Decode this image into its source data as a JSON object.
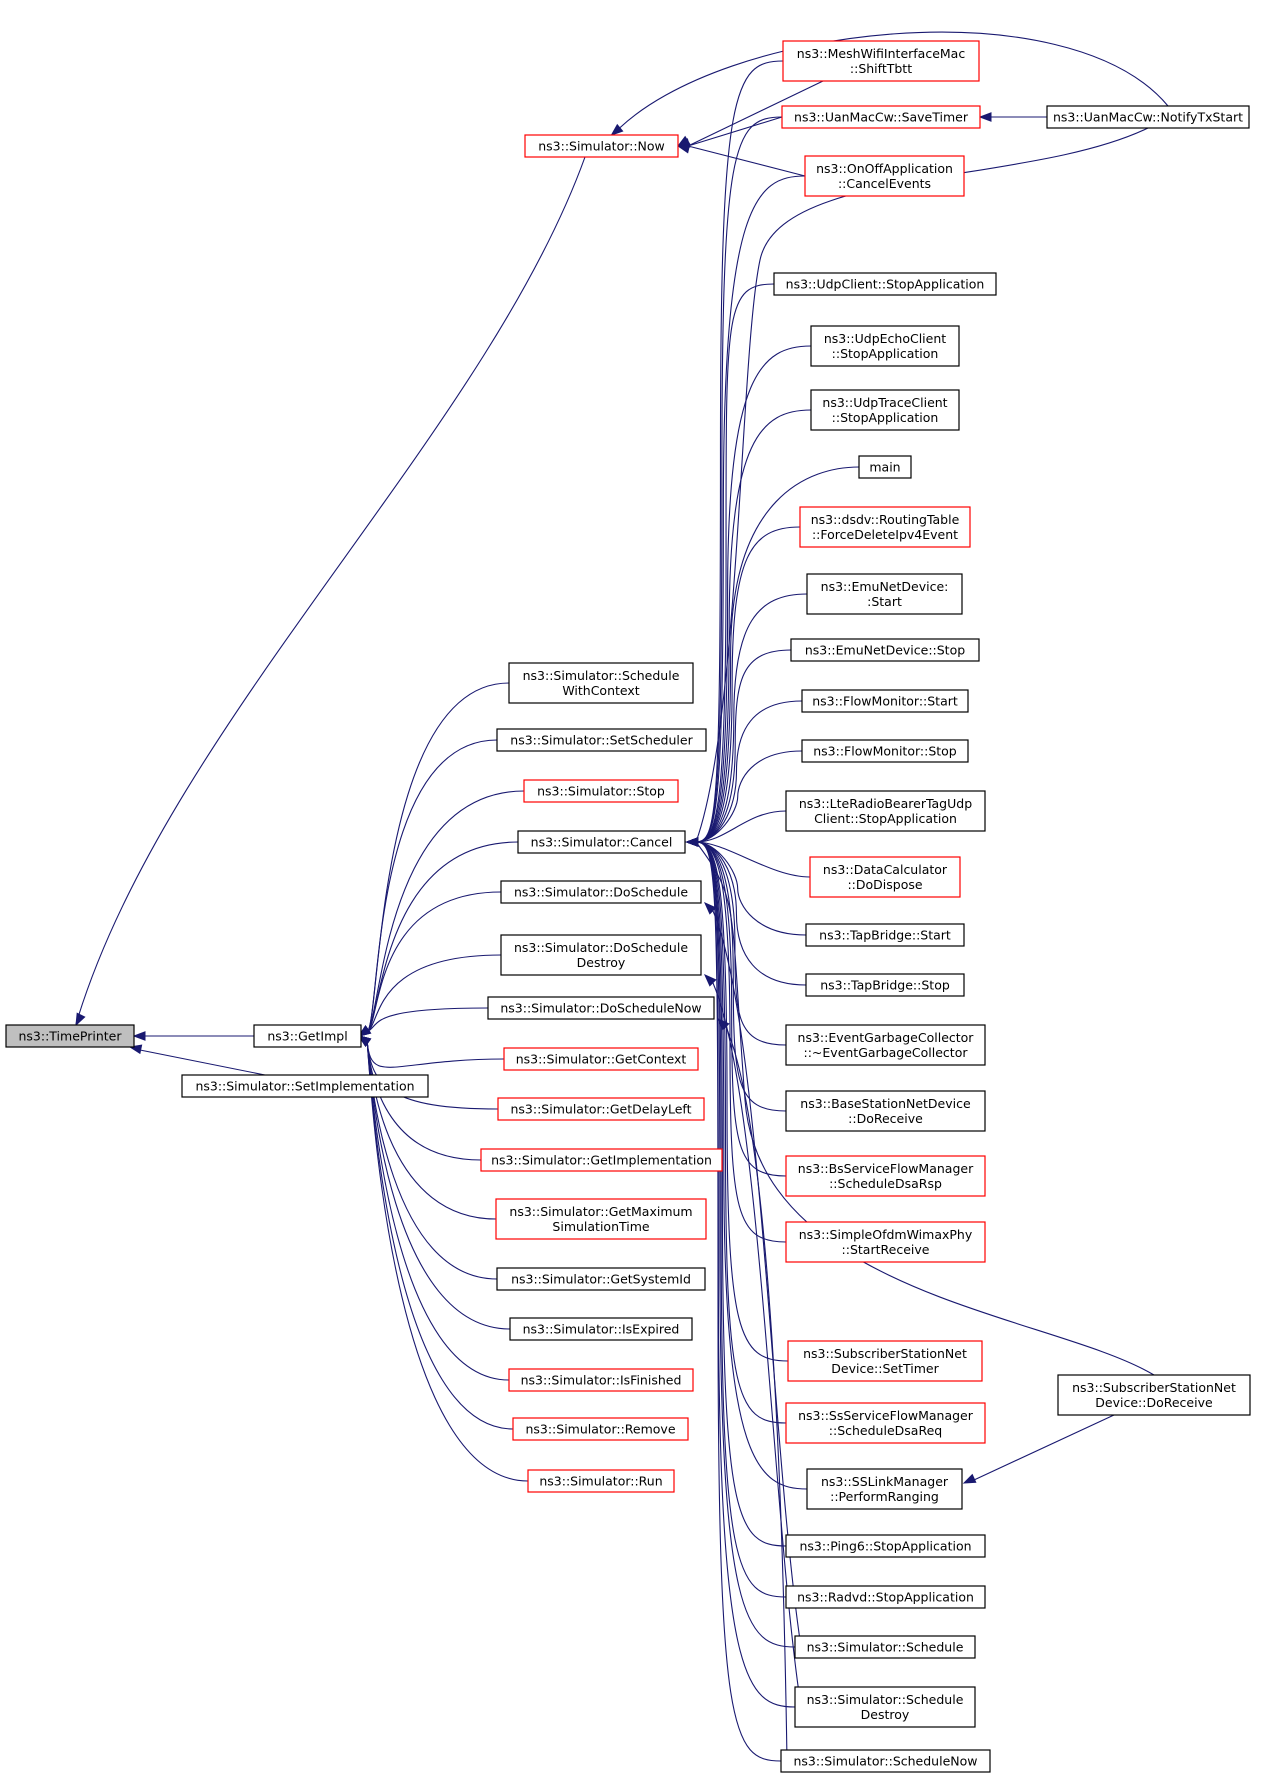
{
  "nodes": [
    {
      "id": "timeprinter",
      "lines": [
        "ns3::TimePrinter"
      ],
      "color": "gray"
    },
    {
      "id": "getimpl",
      "lines": [
        "ns3::GetImpl"
      ],
      "color": "black"
    },
    {
      "id": "setimplementation",
      "lines": [
        "ns3::Simulator::SetImplementation"
      ],
      "color": "black"
    },
    {
      "id": "now",
      "lines": [
        "ns3::Simulator::Now"
      ],
      "color": "red"
    },
    {
      "id": "schedulewithcontext",
      "lines": [
        "ns3::Simulator::Schedule",
        "WithContext"
      ],
      "color": "black"
    },
    {
      "id": "setscheduler",
      "lines": [
        "ns3::Simulator::SetScheduler"
      ],
      "color": "black"
    },
    {
      "id": "stop",
      "lines": [
        "ns3::Simulator::Stop"
      ],
      "color": "red"
    },
    {
      "id": "cancel",
      "lines": [
        "ns3::Simulator::Cancel"
      ],
      "color": "black"
    },
    {
      "id": "doschedule",
      "lines": [
        "ns3::Simulator::DoSchedule"
      ],
      "color": "black"
    },
    {
      "id": "doscheduledestroy",
      "lines": [
        "ns3::Simulator::DoSchedule",
        "Destroy"
      ],
      "color": "black"
    },
    {
      "id": "doschedulenow",
      "lines": [
        "ns3::Simulator::DoScheduleNow"
      ],
      "color": "black"
    },
    {
      "id": "getcontext",
      "lines": [
        "ns3::Simulator::GetContext"
      ],
      "color": "red"
    },
    {
      "id": "getdelayleft",
      "lines": [
        "ns3::Simulator::GetDelayLeft"
      ],
      "color": "red"
    },
    {
      "id": "getimplementation",
      "lines": [
        "ns3::Simulator::GetImplementation"
      ],
      "color": "red"
    },
    {
      "id": "getmaximum",
      "lines": [
        "ns3::Simulator::GetMaximum",
        "SimulationTime"
      ],
      "color": "red"
    },
    {
      "id": "getsystemid",
      "lines": [
        "ns3::Simulator::GetSystemId"
      ],
      "color": "black"
    },
    {
      "id": "isexpired",
      "lines": [
        "ns3::Simulator::IsExpired"
      ],
      "color": "black"
    },
    {
      "id": "isfinished",
      "lines": [
        "ns3::Simulator::IsFinished"
      ],
      "color": "red"
    },
    {
      "id": "remove",
      "lines": [
        "ns3::Simulator::Remove"
      ],
      "color": "red"
    },
    {
      "id": "run",
      "lines": [
        "ns3::Simulator::Run"
      ],
      "color": "red"
    },
    {
      "id": "meshshifttbtt",
      "lines": [
        "ns3::MeshWifiInterfaceMac",
        "::ShiftTbtt"
      ],
      "color": "red"
    },
    {
      "id": "uansavetimer",
      "lines": [
        "ns3::UanMacCw::SaveTimer"
      ],
      "color": "red"
    },
    {
      "id": "onoffcancel",
      "lines": [
        "ns3::OnOffApplication",
        "::CancelEvents"
      ],
      "color": "red"
    },
    {
      "id": "uannotifytxstart",
      "lines": [
        "ns3::UanMacCw::NotifyTxStart"
      ],
      "color": "black"
    },
    {
      "id": "udpclientstop",
      "lines": [
        "ns3::UdpClient::StopApplication"
      ],
      "color": "black"
    },
    {
      "id": "udpechostop",
      "lines": [
        "ns3::UdpEchoClient",
        "::StopApplication"
      ],
      "color": "black"
    },
    {
      "id": "udptracestop",
      "lines": [
        "ns3::UdpTraceClient",
        "::StopApplication"
      ],
      "color": "black"
    },
    {
      "id": "main",
      "lines": [
        "main"
      ],
      "color": "black"
    },
    {
      "id": "dsdvforce",
      "lines": [
        "ns3::dsdv::RoutingTable",
        "::ForceDeleteIpv4Event"
      ],
      "color": "red"
    },
    {
      "id": "emustart",
      "lines": [
        "ns3::EmuNetDevice:",
        ":Start"
      ],
      "color": "black"
    },
    {
      "id": "emustop",
      "lines": [
        "ns3::EmuNetDevice::Stop"
      ],
      "color": "black"
    },
    {
      "id": "flowstart",
      "lines": [
        "ns3::FlowMonitor::Start"
      ],
      "color": "black"
    },
    {
      "id": "flowstop",
      "lines": [
        "ns3::FlowMonitor::Stop"
      ],
      "color": "black"
    },
    {
      "id": "lteradio",
      "lines": [
        "ns3::LteRadioBearerTagUdp",
        "Client::StopApplication"
      ],
      "color": "black"
    },
    {
      "id": "datacalc",
      "lines": [
        "ns3::DataCalculator",
        "::DoDispose"
      ],
      "color": "red"
    },
    {
      "id": "tapstart",
      "lines": [
        "ns3::TapBridge::Start"
      ],
      "color": "black"
    },
    {
      "id": "tapstop",
      "lines": [
        "ns3::TapBridge::Stop"
      ],
      "color": "black"
    },
    {
      "id": "eventgc",
      "lines": [
        "ns3::EventGarbageCollector",
        "::~EventGarbageCollector"
      ],
      "color": "black"
    },
    {
      "id": "basestation",
      "lines": [
        "ns3::BaseStationNetDevice",
        "::DoReceive"
      ],
      "color": "black"
    },
    {
      "id": "bsservice",
      "lines": [
        "ns3::BsServiceFlowManager",
        "::ScheduleDsaRsp"
      ],
      "color": "red"
    },
    {
      "id": "simpleofdm",
      "lines": [
        "ns3::SimpleOfdmWimaxPhy",
        "::StartReceive"
      ],
      "color": "red"
    },
    {
      "id": "subsettimer",
      "lines": [
        "ns3::SubscriberStationNet",
        "Device::SetTimer"
      ],
      "color": "red"
    },
    {
      "id": "ssservice",
      "lines": [
        "ns3::SsServiceFlowManager",
        "::ScheduleDsaReq"
      ],
      "color": "red"
    },
    {
      "id": "sslink",
      "lines": [
        "ns3::SSLinkManager",
        "::PerformRanging"
      ],
      "color": "black"
    },
    {
      "id": "subdoreceive",
      "lines": [
        "ns3::SubscriberStationNet",
        "Device::DoReceive"
      ],
      "color": "black"
    },
    {
      "id": "ping6",
      "lines": [
        "ns3::Ping6::StopApplication"
      ],
      "color": "black"
    },
    {
      "id": "radvd",
      "lines": [
        "ns3::Radvd::StopApplication"
      ],
      "color": "black"
    },
    {
      "id": "schedule",
      "lines": [
        "ns3::Simulator::Schedule"
      ],
      "color": "black"
    },
    {
      "id": "scheduledestroy",
      "lines": [
        "ns3::Simulator::Schedule",
        "Destroy"
      ],
      "color": "black"
    },
    {
      "id": "schedulenow",
      "lines": [
        "ns3::Simulator::ScheduleNow"
      ],
      "color": "black"
    }
  ],
  "edges": [
    [
      "getimpl",
      "timeprinter"
    ],
    [
      "setimplementation",
      "timeprinter"
    ],
    [
      "now",
      "timeprinter"
    ],
    [
      "schedulewithcontext",
      "getimpl"
    ],
    [
      "setscheduler",
      "getimpl"
    ],
    [
      "stop",
      "getimpl"
    ],
    [
      "cancel",
      "getimpl"
    ],
    [
      "doschedule",
      "getimpl"
    ],
    [
      "doscheduledestroy",
      "getimpl"
    ],
    [
      "doschedulenow",
      "getimpl"
    ],
    [
      "getcontext",
      "getimpl"
    ],
    [
      "getdelayleft",
      "getimpl"
    ],
    [
      "getimplementation",
      "getimpl"
    ],
    [
      "getmaximum",
      "getimpl"
    ],
    [
      "getsystemid",
      "getimpl"
    ],
    [
      "isexpired",
      "getimpl"
    ],
    [
      "isfinished",
      "getimpl"
    ],
    [
      "remove",
      "getimpl"
    ],
    [
      "run",
      "getimpl"
    ],
    [
      "meshshifttbtt",
      "now"
    ],
    [
      "uansavetimer",
      "now"
    ],
    [
      "onoffcancel",
      "now"
    ],
    [
      "uannotifytxstart",
      "now"
    ],
    [
      "uannotifytxstart",
      "uansavetimer"
    ],
    [
      "meshshifttbtt",
      "cancel"
    ],
    [
      "uansavetimer",
      "cancel"
    ],
    [
      "onoffcancel",
      "cancel"
    ],
    [
      "uannotifytxstart",
      "cancel"
    ],
    [
      "udpclientstop",
      "cancel"
    ],
    [
      "udpechostop",
      "cancel"
    ],
    [
      "udptracestop",
      "cancel"
    ],
    [
      "main",
      "cancel"
    ],
    [
      "dsdvforce",
      "cancel"
    ],
    [
      "emustart",
      "cancel"
    ],
    [
      "emustop",
      "cancel"
    ],
    [
      "flowstart",
      "cancel"
    ],
    [
      "flowstop",
      "cancel"
    ],
    [
      "lteradio",
      "cancel"
    ],
    [
      "datacalc",
      "cancel"
    ],
    [
      "tapstart",
      "cancel"
    ],
    [
      "tapstop",
      "cancel"
    ],
    [
      "eventgc",
      "cancel"
    ],
    [
      "basestation",
      "cancel"
    ],
    [
      "bsservice",
      "cancel"
    ],
    [
      "simpleofdm",
      "cancel"
    ],
    [
      "subsettimer",
      "cancel"
    ],
    [
      "ssservice",
      "cancel"
    ],
    [
      "sslink",
      "cancel"
    ],
    [
      "subdoreceive",
      "cancel"
    ],
    [
      "ping6",
      "cancel"
    ],
    [
      "radvd",
      "cancel"
    ],
    [
      "schedule",
      "cancel"
    ],
    [
      "scheduledestroy",
      "cancel"
    ],
    [
      "schedulenow",
      "cancel"
    ],
    [
      "schedule",
      "doschedule"
    ],
    [
      "scheduledestroy",
      "doscheduledestroy"
    ],
    [
      "schedulenow",
      "doschedulenow"
    ],
    [
      "subdoreceive",
      "sslink"
    ]
  ]
}
